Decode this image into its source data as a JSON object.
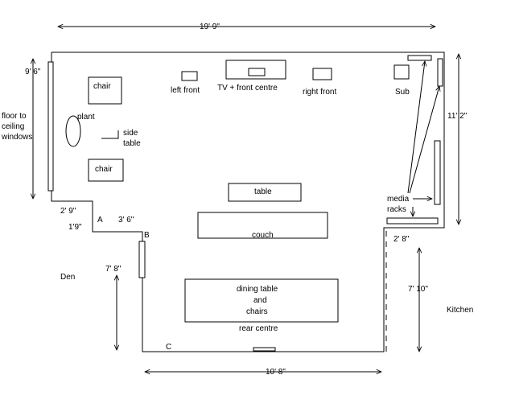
{
  "dimensions": {
    "top_width": "19' 9\"",
    "left_height": "9' 6\"",
    "right_height": "11' 2\"",
    "step_horizontal": "2' 9\"",
    "step_vertical": "1'9\"",
    "step_to_pillar": "3' 6\"",
    "lower_left_height": "7' 8\"",
    "lower_width": "10' 8\"",
    "right_offset": "2' 8\"",
    "lower_right_height": "7' 10\""
  },
  "rooms": {
    "den": "Den",
    "kitchen": "Kitchen"
  },
  "points": {
    "a": "A",
    "b": "B",
    "c": "C"
  },
  "furniture": {
    "chair_top": "chair",
    "chair_bottom": "chair",
    "plant": "plant",
    "side_table_line1": "side",
    "side_table_line2": "table",
    "left_front": "left front",
    "tv_front_centre": "TV + front centre",
    "right_front": "right front",
    "sub": "Sub",
    "table": "table",
    "couch": "couch",
    "dining_line1": "dining table",
    "dining_line2": "and",
    "dining_line3": "chairs",
    "rear_centre": "rear centre"
  },
  "labels": {
    "windows_line1": "floor to",
    "windows_line2": "ceiling",
    "windows_line3": "windows",
    "media_line1": "media",
    "media_line2": "racks"
  }
}
